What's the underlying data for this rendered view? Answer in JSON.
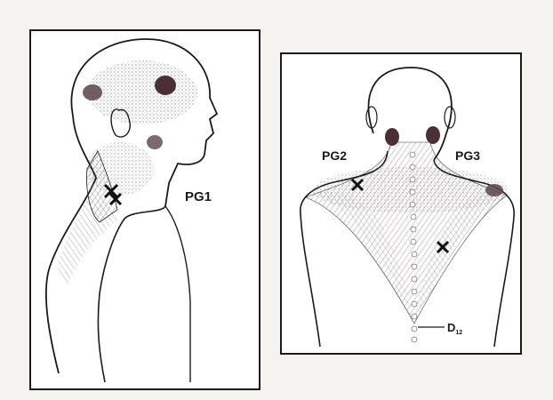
{
  "labels": {
    "left_panel": "PG1",
    "right_left": "PG2",
    "right_right": "PG3",
    "vertebra_main": "D",
    "vertebra_sub": "12"
  },
  "colors": {
    "paper": "#f4f3f0",
    "panel_fill": "#ffffff",
    "line": "#1a1a1a",
    "pain_spot": "#4a3034",
    "muscle_pink": "#c9a7b4",
    "muscle_green": "#a9b6a1"
  },
  "markers": {
    "trigger_point_icon": "x-mark-icon"
  }
}
